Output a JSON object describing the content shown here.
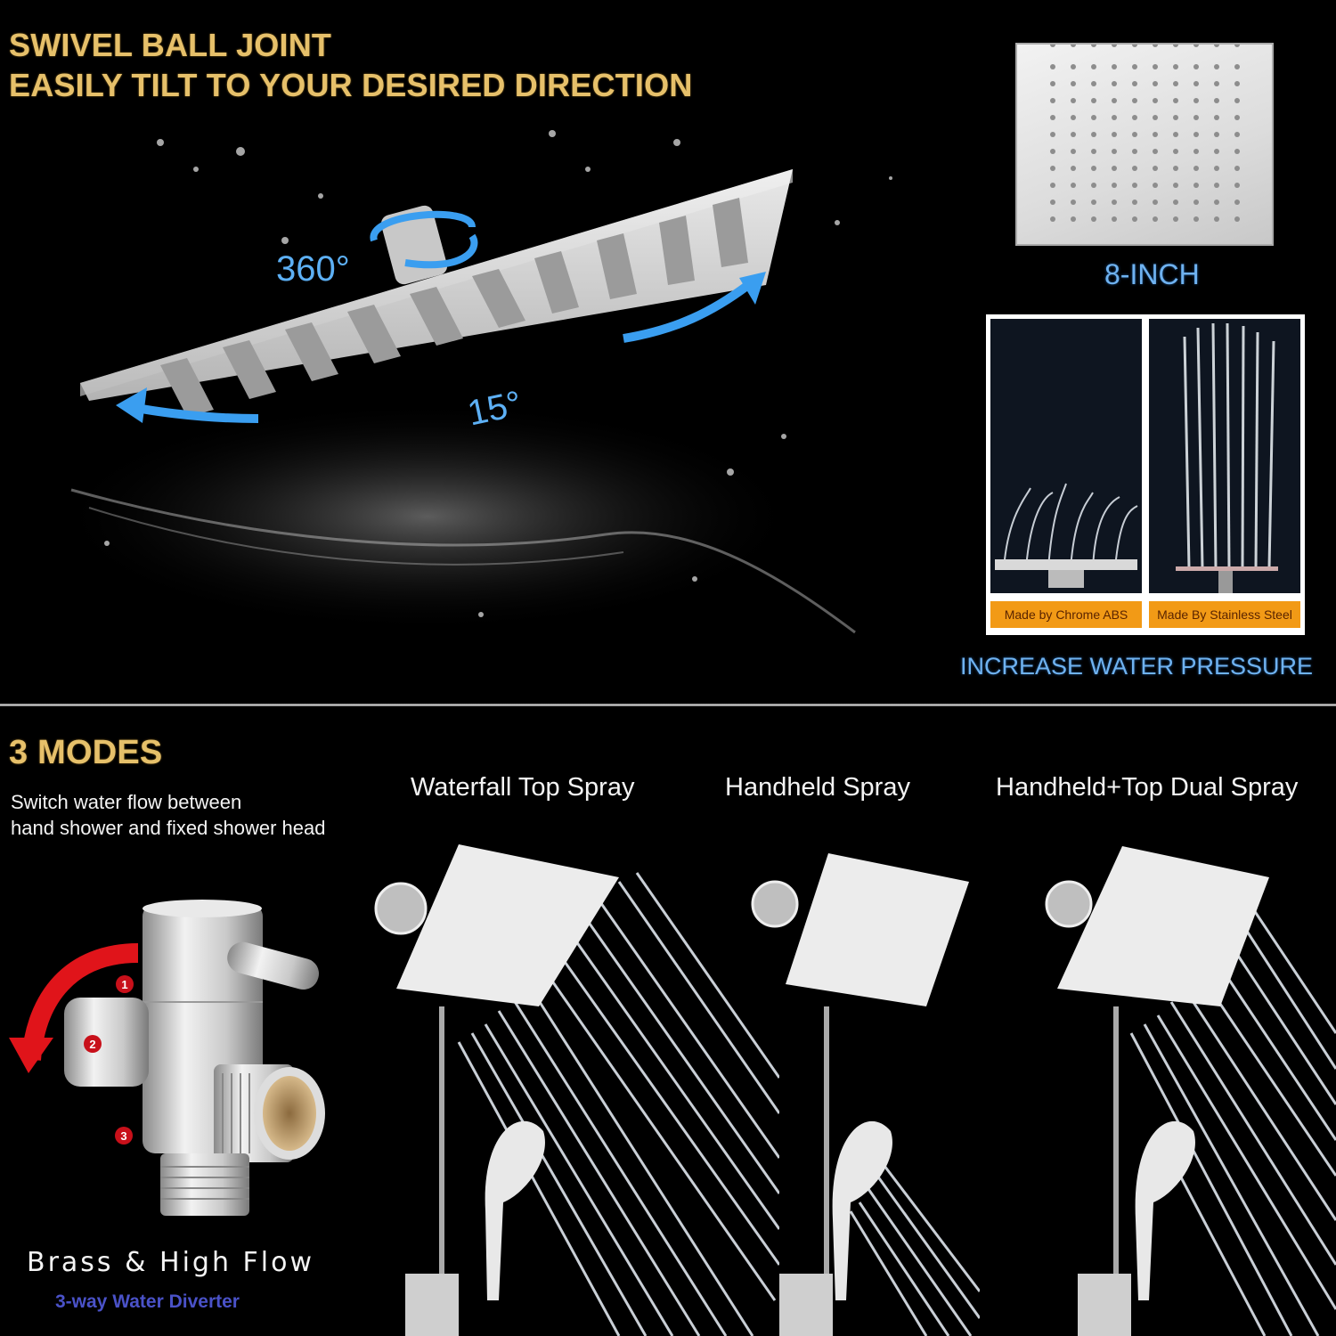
{
  "swivel": {
    "title_line1": "SWIVEL BALL JOINT",
    "title_line2": "EASILY TILT TO YOUR DESIRED DIRECTION",
    "rotation_label": "360°",
    "tilt_label": "15°"
  },
  "size": {
    "label": "8-INCH"
  },
  "comparison": {
    "left_tag": "Made by Chrome ABS",
    "right_tag": "Made By Stainless Steel",
    "caption": "INCREASE WATER PRESSURE"
  },
  "modes": {
    "title": "3 MODES",
    "description_line1": "Switch water flow between",
    "description_line2": "hand shower and fixed shower head",
    "items": [
      {
        "label": "Waterfall Top Spray"
      },
      {
        "label": "Handheld Spray"
      },
      {
        "label": "Handheld+Top Dual Spray"
      }
    ]
  },
  "diverter": {
    "positions": [
      "1",
      "2",
      "3"
    ],
    "title": "Brass & High Flow",
    "subtitle": "3-way Water Diverter"
  },
  "colors": {
    "gold": "#e6c06a",
    "accent_blue": "#6fb2f0",
    "tag_orange": "#f29a16",
    "diverter_blue": "#4a52c8",
    "arrow_red": "#e0141a"
  }
}
